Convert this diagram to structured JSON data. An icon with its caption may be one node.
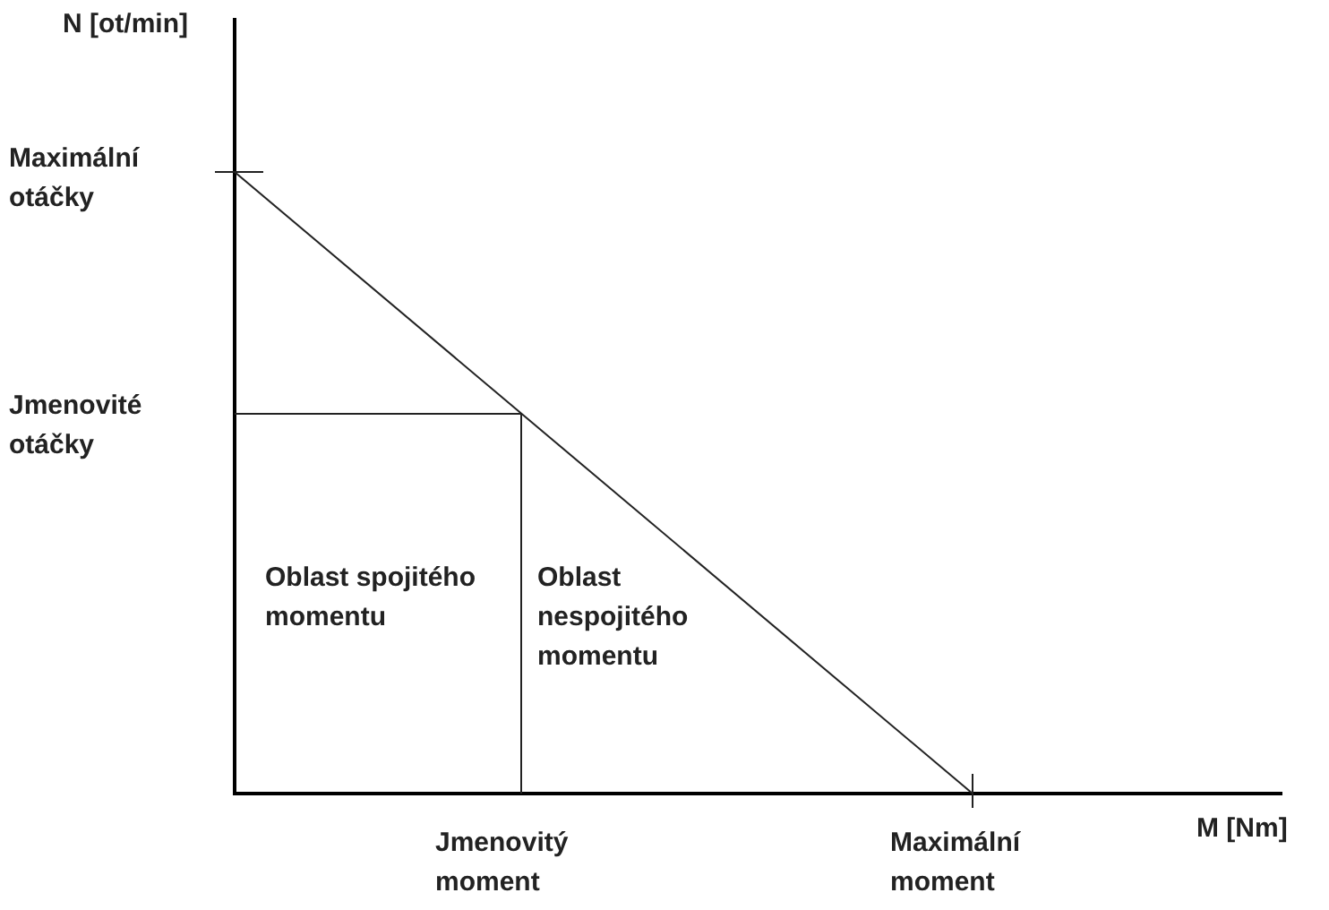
{
  "diagram": {
    "labels": [
      "N [ot/min]",
      "Maximální otáčky",
      "Jmenovité otáčky",
      "Oblast spojitého momentu",
      "Oblast nespojitého momentu",
      "M [Nm]",
      "Jmenovitý moment",
      "Maximální moment"
    ]
  }
}
